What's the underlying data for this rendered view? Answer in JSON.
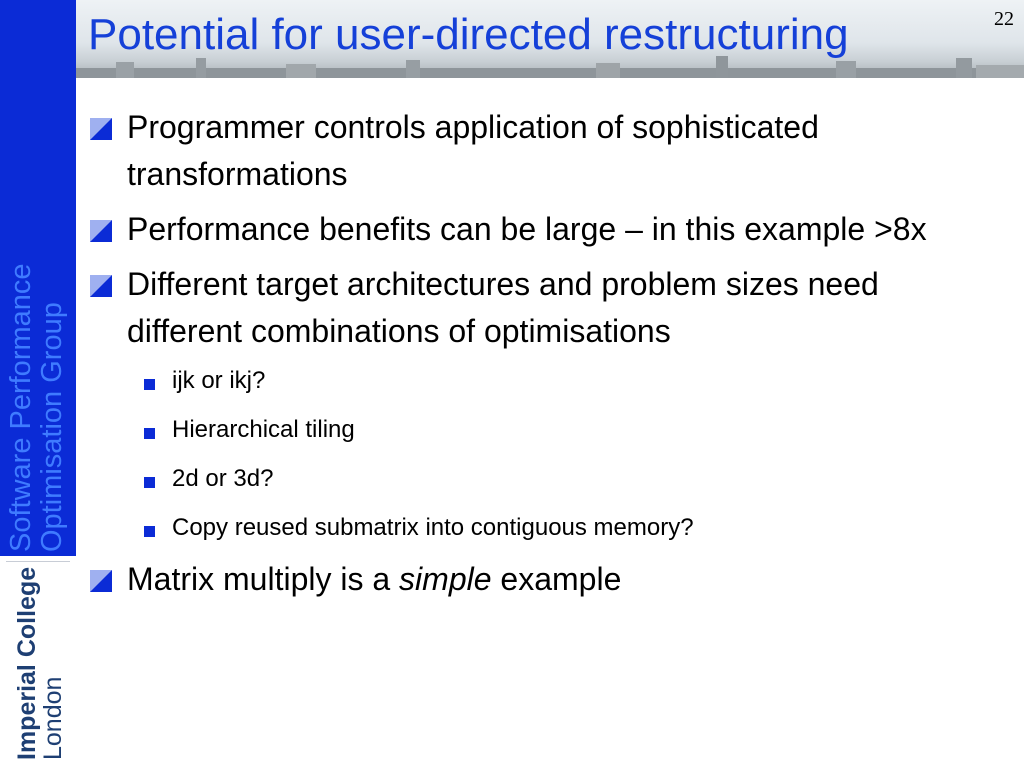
{
  "slide": {
    "title": "Potential for user-directed restructuring",
    "page_number": "22"
  },
  "sidebar": {
    "line1": "Software Performance",
    "line2": "Optimisation Group"
  },
  "logo": {
    "line1": "Imperial College",
    "line2": "London"
  },
  "bullets": [
    {
      "text": "Programmer controls application of sophisticated transformations"
    },
    {
      "text": "Performance benefits can be large – in this example >8x"
    },
    {
      "text": "Different target architectures and problem sizes need different combinations of optimisations"
    }
  ],
  "sub_bullets": [
    {
      "text": "ijk or ikj?"
    },
    {
      "text": "Hierarchical tiling"
    },
    {
      "text": "2d or 3d?"
    },
    {
      "text": "Copy reused submatrix into contiguous memory?"
    }
  ],
  "last_bullet": {
    "prefix": "Matrix multiply is a ",
    "emphasis": "simple",
    "suffix": " example"
  },
  "colors": {
    "accent": "#0b2bd6",
    "title": "#1540d8",
    "sidebar_text": "#3f7bff"
  },
  "icons": {
    "bullet": "square-bullet-icon",
    "sub_bullet": "small-square-bullet-icon"
  }
}
